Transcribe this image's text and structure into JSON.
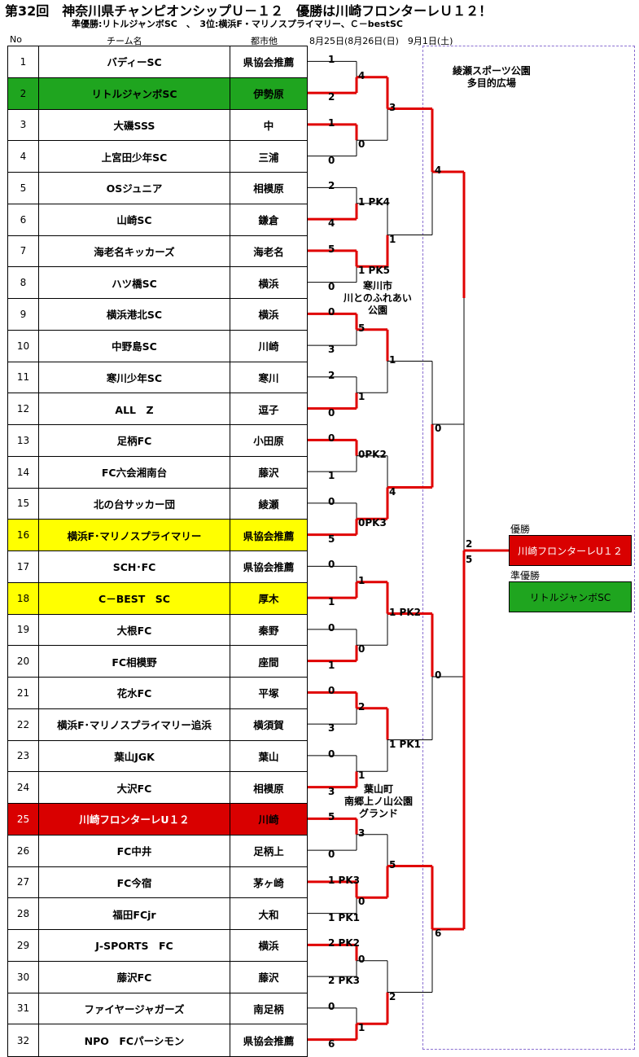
{
  "title": "第32回　神奈川県チャンピオンシップＵ－１２　優勝は川崎フロンターレＵ１２！",
  "subtitle": "準優勝:リトルジャンボSC　、　3位:横浜F・マリノスプライマリー、Ｃ－bestSC",
  "header": {
    "no": "No",
    "team": "チーム名",
    "city": "都市他",
    "dates": "8月25日(8月26日(日)　9月1日(土)"
  },
  "teams": [
    {
      "no": "1",
      "name": "バディーSC",
      "city": "県協会推薦"
    },
    {
      "no": "2",
      "name": "リトルジャンボSC",
      "city": "伊勢原",
      "color": "#1fa51f"
    },
    {
      "no": "3",
      "name": "大磯SSS",
      "city": "中"
    },
    {
      "no": "4",
      "name": "上宮田少年SC",
      "city": "三浦"
    },
    {
      "no": "5",
      "name": "OSジュニア",
      "city": "相模原"
    },
    {
      "no": "6",
      "name": "山崎SC",
      "city": "鎌倉"
    },
    {
      "no": "7",
      "name": "海老名キッカーズ",
      "city": "海老名"
    },
    {
      "no": "8",
      "name": "ハツ橋SC",
      "city": "横浜"
    },
    {
      "no": "9",
      "name": "横浜港北SC",
      "city": "横浜"
    },
    {
      "no": "10",
      "name": "中野島SC",
      "city": "川崎"
    },
    {
      "no": "11",
      "name": "寒川少年SC",
      "city": "寒川"
    },
    {
      "no": "12",
      "name": "ALL　Z",
      "city": "逗子"
    },
    {
      "no": "13",
      "name": "足柄FC",
      "city": "小田原"
    },
    {
      "no": "14",
      "name": "FC六会湘南台",
      "city": "藤沢"
    },
    {
      "no": "15",
      "name": "北の台サッカー団",
      "city": "綾瀬"
    },
    {
      "no": "16",
      "name": "横浜F･マリノスプライマリー",
      "city": "県協会推薦",
      "color": "#ffff00"
    },
    {
      "no": "17",
      "name": "SCH･FC",
      "city": "県協会推薦"
    },
    {
      "no": "18",
      "name": "C－BEST　SC",
      "city": "厚木",
      "color": "#ffff00"
    },
    {
      "no": "19",
      "name": "大根FC",
      "city": "秦野"
    },
    {
      "no": "20",
      "name": "FC相模野",
      "city": "座間"
    },
    {
      "no": "21",
      "name": "花水FC",
      "city": "平塚"
    },
    {
      "no": "22",
      "name": "横浜F･マリノスプライマリー追浜",
      "city": "横須賀"
    },
    {
      "no": "23",
      "name": "葉山JGK",
      "city": "葉山"
    },
    {
      "no": "24",
      "name": "大沢FC",
      "city": "相模原"
    },
    {
      "no": "25",
      "name": "川崎フロンターレU１２",
      "city": "川崎",
      "color": "#d90000"
    },
    {
      "no": "26",
      "name": "FC中井",
      "city": "足柄上"
    },
    {
      "no": "27",
      "name": "FC今宿",
      "city": "茅ヶ崎"
    },
    {
      "no": "28",
      "name": "福田FCjr",
      "city": "大和"
    },
    {
      "no": "29",
      "name": "J-SPORTS　FC",
      "city": "横浜"
    },
    {
      "no": "30",
      "name": "藤沢FC",
      "city": "藤沢"
    },
    {
      "no": "31",
      "name": "ファイヤージャガーズ",
      "city": "南足柄"
    },
    {
      "no": "32",
      "name": "NPO　FCパーシモン",
      "city": "県協会推薦"
    }
  ],
  "scores": {
    "r1": [
      "1",
      "2",
      "1",
      "0",
      "2",
      "4",
      "5",
      "0",
      "0",
      "3",
      "2",
      "0",
      "0",
      "1",
      "0",
      "5",
      "0",
      "1",
      "0",
      "1",
      "0",
      "3",
      "0",
      "3",
      "5",
      "0",
      "1 PK3",
      "1 PK1",
      "2 PK2",
      "2 PK3",
      "0",
      "6"
    ],
    "r2": [
      "4",
      "0",
      "1 PK4",
      "1 PK5",
      "5",
      "1",
      "0PK2",
      "0PK3",
      "1",
      "0",
      "2",
      "1",
      "3",
      "0",
      "0",
      "1"
    ],
    "r3": [
      "3",
      "1",
      "1",
      "4",
      "1 PK2",
      "1 PK1",
      "5",
      "2"
    ],
    "r4": [
      "4",
      "0",
      "0",
      "6"
    ],
    "final": [
      "2",
      "5"
    ]
  },
  "venues": {
    "main": "綾瀬スポーツ公園\n多目的広場",
    "samukawa": "寒川市\n川とのふれあい\n公園",
    "hayama": "葉山町\n南郷上ノ山公園\nグランド"
  },
  "results": {
    "winner_label": "優勝",
    "winner": "川崎フロンターレU１２",
    "winner_color": "#d90000",
    "runnerup_label": "準優勝",
    "runnerup": "リトルジャンボSC",
    "runnerup_color": "#1fa51f"
  },
  "line_color": "#e00000"
}
